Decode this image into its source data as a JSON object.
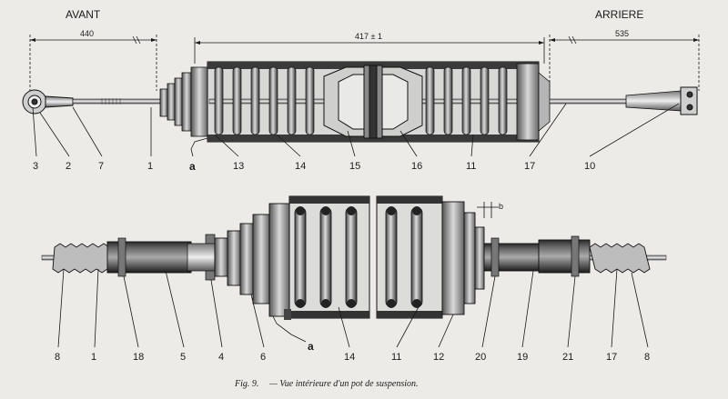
{
  "header": {
    "front_label": "AVANT",
    "rear_label": "ARRIERE"
  },
  "dimensions": {
    "front": "440",
    "middle": "417 ± 1",
    "rear": "535",
    "gap": "b"
  },
  "top_callouts": [
    "3",
    "2",
    "7",
    "1",
    "a",
    "13",
    "14",
    "15",
    "16",
    "11",
    "17",
    "10"
  ],
  "bottom_callouts": [
    "8",
    "1",
    "18",
    "5",
    "4",
    "6",
    "a",
    "14",
    "11",
    "12",
    "20",
    "19",
    "21",
    "17",
    "8"
  ],
  "caption": {
    "fig": "Fig. 9.",
    "text": "— Vue intérieure d'un pot de suspension."
  },
  "colors": {
    "ink": "#1a1a1a",
    "paper": "#ecebe8"
  }
}
